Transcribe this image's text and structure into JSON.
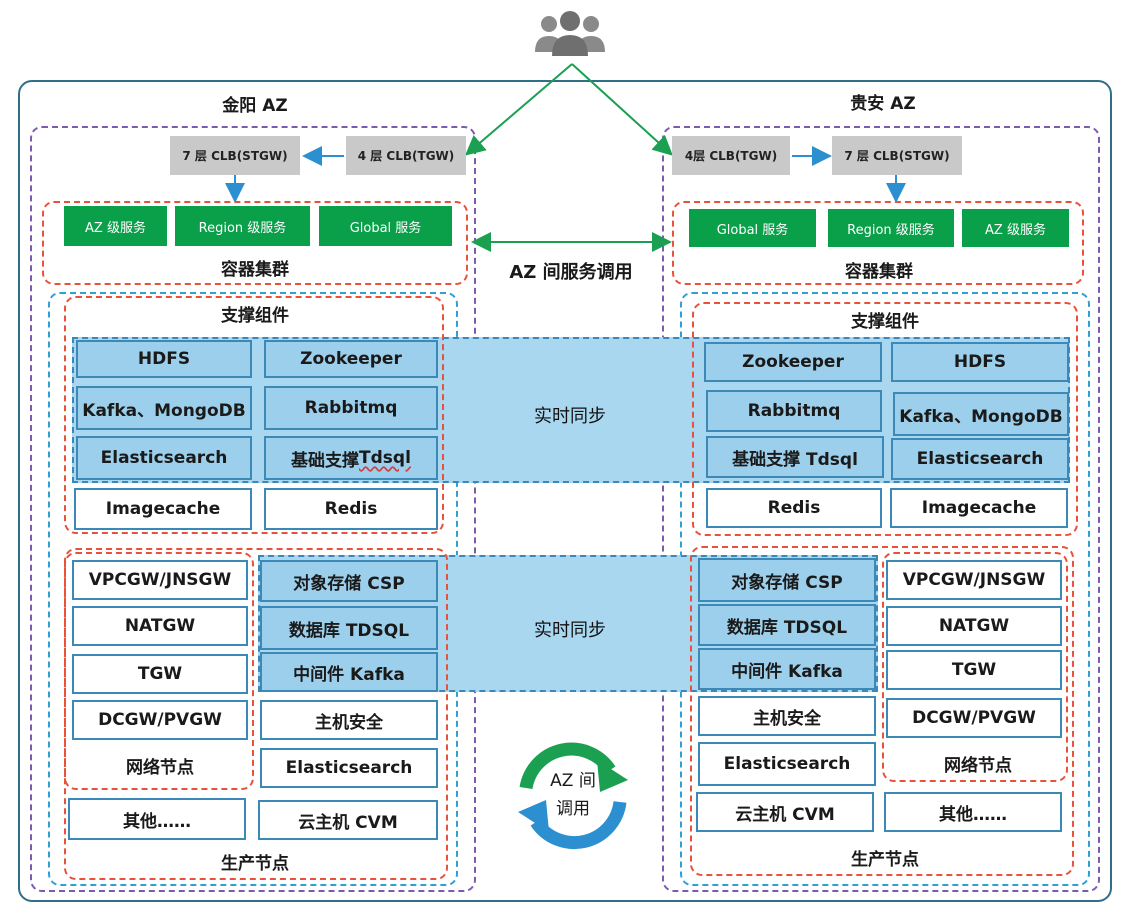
{
  "users_icon": "users-group-icon",
  "left": {
    "az_title": "金阳 AZ",
    "clb7": "7 层 CLB(STGW)",
    "clb4": "4 层 CLB(TGW)",
    "services": [
      "AZ 级服务",
      "Region 级服务",
      "Global 服务"
    ],
    "container_cluster": "容器集群",
    "support_title": "支撑组件",
    "support_items": [
      "HDFS",
      "Zookeeper",
      "Kafka、MongoDB",
      "Rabbitmq",
      "Elasticsearch",
      "基础支撑 ",
      "Tdsql",
      "Imagecache",
      "Redis"
    ],
    "network_items": [
      "VPCGW/JNSGW",
      "NATGW",
      "TGW",
      "DCGW/PVGW"
    ],
    "network_title": "网络节点",
    "storage_items": [
      "对象存储 CSP",
      "数据库 TDSQL",
      "中间件 Kafka"
    ],
    "other_items": [
      "主机安全",
      "Elasticsearch"
    ],
    "others": "其他……",
    "cvm": "云主机 CVM",
    "production_title": "生产节点"
  },
  "right": {
    "az_title": "贵安 AZ",
    "clb4": "4层 CLB(TGW)",
    "clb7": "7 层 CLB(STGW)",
    "services": [
      "Global 服务",
      "Region 级服务",
      "AZ 级服务"
    ],
    "container_cluster": "容器集群",
    "support_title": "支撑组件",
    "support_items": [
      "Zookeeper",
      "HDFS",
      "Rabbitmq",
      "Kafka、MongoDB",
      "基础支撑 Tdsql",
      "Elasticsearch",
      "Redis",
      "Imagecache"
    ],
    "storage_items": [
      "对象存储 CSP",
      "数据库 TDSQL",
      "中间件 Kafka"
    ],
    "other_items": [
      "主机安全",
      "Elasticsearch"
    ],
    "cvm": "云主机 CVM",
    "network_items": [
      "VPCGW/JNSGW",
      "NATGW",
      "TGW",
      "DCGW/PVGW"
    ],
    "network_title": "网络节点",
    "others": "其他……",
    "production_title": "生产节点"
  },
  "middle": {
    "az_service_call": "AZ 间服务调用",
    "realtime_sync_1": "实时同步",
    "realtime_sync_2": "实时同步",
    "az_call_line1": "AZ 间",
    "az_call_line2": "调用"
  },
  "colors": {
    "green_service": "#0aa04a",
    "arrow_green": "#1aa050",
    "arrow_blue": "#2b8fd0",
    "band_blue": "#a9d7ef",
    "box_blue": "#9ccfeb"
  }
}
